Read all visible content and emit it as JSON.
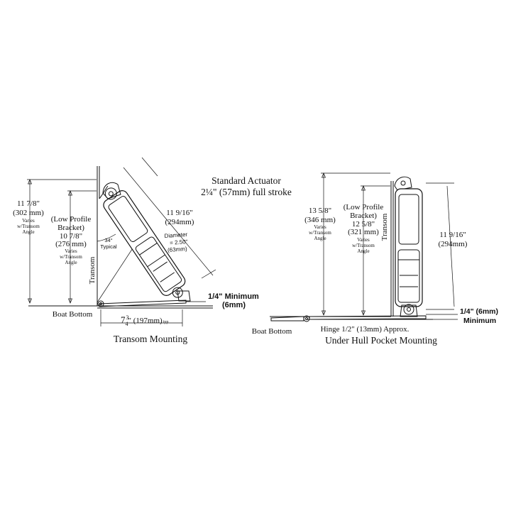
{
  "header": {
    "line1": "Standard Actuator",
    "line2": "2¼\" (57mm) full stroke"
  },
  "left": {
    "caption": "Transom Mounting",
    "height_in": "11 7/8\"",
    "height_mm": "(302 mm)",
    "height_note": [
      "Varies",
      "w/Transom",
      "Angle"
    ],
    "lp_label1": "(Low Profile",
    "lp_label2": "Bracket)",
    "lp_in": "10 7/8\"",
    "lp_mm": "(276 mm)",
    "lp_note": [
      "Varies",
      "w/Transom",
      "Angle"
    ],
    "length_in": "11 9/16\"",
    "length_mm": "(294mm)",
    "angle": "34°",
    "angle_note": "Typical",
    "diameter1": "Diameter",
    "diameter2": "= 2.50\"",
    "diameter3": "(63mm)",
    "transom": "Transom",
    "boat_bottom": "Boat Bottom",
    "offset_whole": "7",
    "offset_frac_num": "3",
    "offset_frac_den": "4",
    "offset_rest": "\" (197mm)",
    "offset_typ": "typ",
    "min_line1": "1/4\" Minimum",
    "min_line2": "(6mm)"
  },
  "right": {
    "caption": "Under Hull Pocket Mounting",
    "height_in": "13 5/8\"",
    "height_mm": "(346 mm)",
    "height_note": [
      "Varies",
      "w/Transom",
      "Angle"
    ],
    "lp_label1": "(Low Profile",
    "lp_label2": "Bracket)",
    "lp_in": "12 5/8\"",
    "lp_mm": "(321 mm)",
    "lp_note": [
      "Varies",
      "w/Transom",
      "Angle"
    ],
    "length_in": "11 9/16\"",
    "length_mm": "(294mm)",
    "transom": "Transom",
    "boat_bottom": "Boat Bottom",
    "hinge": "Hinge 1/2\" (13mm) Approx.",
    "min_line1": "1/4\" (6mm)",
    "min_line2": "Minimum"
  }
}
